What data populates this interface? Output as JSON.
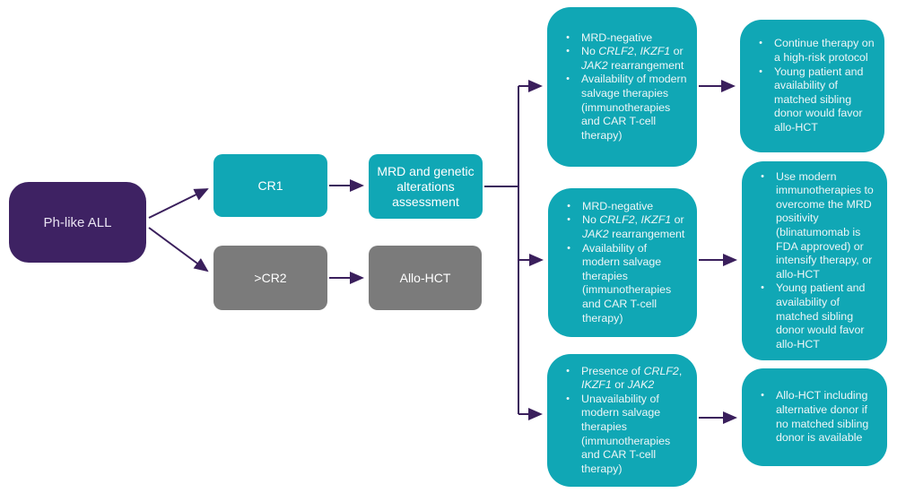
{
  "colors": {
    "teal": "#10a7b5",
    "purple": "#3e2263",
    "gray": "#7b7b7b",
    "arrow": "#3a1f5c",
    "bullet_text": "#edf6f7",
    "purple_box_text": "#e9e3f2",
    "box_label_text": "#ffffff"
  },
  "flow": {
    "root": {
      "label": "Ph-like ALL"
    },
    "cr1": {
      "label": "CR1"
    },
    "cr2": {
      "label": ">CR2"
    },
    "mrd": {
      "label": "MRD and genetic alterations assessment"
    },
    "allo": {
      "label": "Allo-HCT"
    },
    "criteria_top": {
      "bullets": [
        [
          {
            "t": "MRD-negative"
          }
        ],
        [
          {
            "t": "No "
          },
          {
            "t": "CRLF2",
            "i": 1
          },
          {
            "t": ", "
          },
          {
            "t": "IKZF1",
            "i": 1
          },
          {
            "t": " or "
          },
          {
            "t": "JAK2",
            "i": 1
          },
          {
            "t": " rearrangement"
          }
        ],
        [
          {
            "t": "Availability of modern salvage therapies (immunotherapies and CAR T-cell therapy)"
          }
        ]
      ]
    },
    "criteria_mid": {
      "bullets": [
        [
          {
            "t": "MRD-negative"
          }
        ],
        [
          {
            "t": "No "
          },
          {
            "t": "CRLF2",
            "i": 1
          },
          {
            "t": ", "
          },
          {
            "t": "IKZF1",
            "i": 1
          },
          {
            "t": " or "
          },
          {
            "t": "JAK2",
            "i": 1
          },
          {
            "t": " rearrangement"
          }
        ],
        [
          {
            "t": "Availability of modern salvage therapies (immunotherapies and CAR T-cell therapy)"
          }
        ]
      ]
    },
    "criteria_bottom": {
      "bullets": [
        [
          {
            "t": "Presence of "
          },
          {
            "t": "CRLF2",
            "i": 1
          },
          {
            "t": ", "
          },
          {
            "t": "IKZF1",
            "i": 1
          },
          {
            "t": " or "
          },
          {
            "t": "JAK2",
            "i": 1
          }
        ],
        [
          {
            "t": "Unavailability of modern salvage therapies (immunotherapies and CAR T-cell therapy)"
          }
        ]
      ]
    },
    "outcome_top": {
      "bullets": [
        [
          {
            "t": "Continue therapy on a high-risk protocol"
          }
        ],
        [
          {
            "t": "Young patient and availability of matched sibling donor would favor allo-HCT"
          }
        ]
      ]
    },
    "outcome_mid": {
      "bullets": [
        [
          {
            "t": "Use modern immunotherapies to overcome the MRD positivity (blinatumomab is FDA approved) or intensify therapy, or allo-HCT"
          }
        ],
        [
          {
            "t": "Young patient and availability of matched sibling donor would favor allo-HCT"
          }
        ]
      ]
    },
    "outcome_bottom": {
      "bullets": [
        [
          {
            "t": "Allo-HCT including alternative donor if no matched sibling donor is available"
          }
        ]
      ]
    }
  }
}
